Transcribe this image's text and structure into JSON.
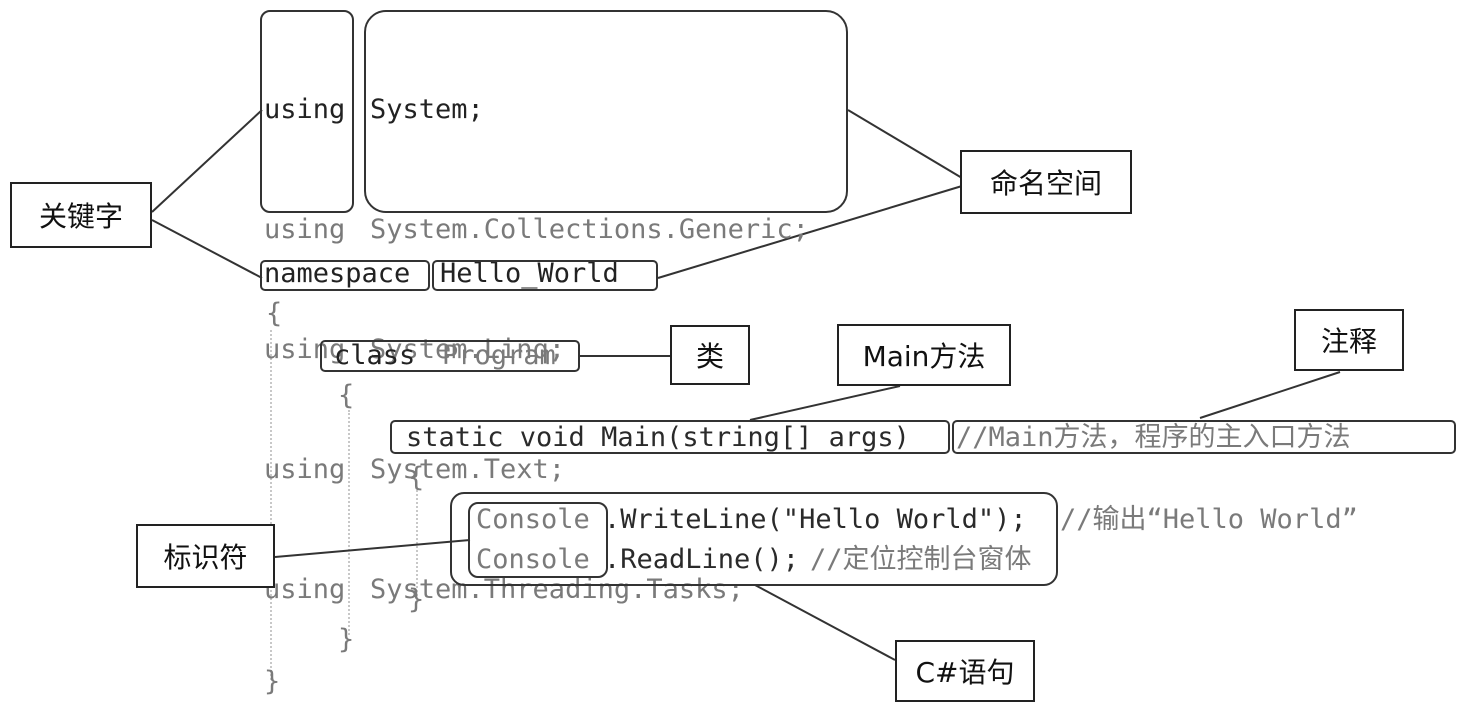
{
  "code": {
    "using_keywords": [
      "using",
      "using",
      "using",
      "using",
      "using"
    ],
    "using_namespaces": [
      "System;",
      "System.Collections.Generic;",
      "System.Linq;",
      "System.Text;",
      "System.Threading.Tasks;"
    ],
    "namespace_keyword": "namespace",
    "namespace_name": "Hello_World",
    "open_brace": "{",
    "close_brace": "}",
    "class_keyword": "class",
    "class_name": "Program",
    "main_signature": "static void Main(string[] args)",
    "main_comment": "//Main方法，程序的主入口方法",
    "console_identifier": "Console",
    "line1_call": ".WriteLine(\"Hello World\");",
    "line1_comment": "//输出“Hello World”",
    "line2_call": ".ReadLine();",
    "line2_comment": "//定位控制台窗体"
  },
  "labels": {
    "keyword": "关键字",
    "namespace": "命名空间",
    "class": "类",
    "main_method": "Main方法",
    "comment": "注释",
    "identifier": "标识符",
    "statement": "C#语句"
  }
}
